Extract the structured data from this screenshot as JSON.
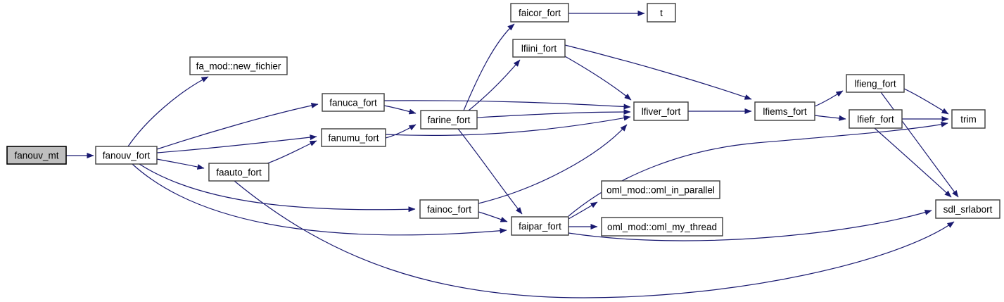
{
  "diagram": {
    "kind": "doxygen-call-graph",
    "root": "fanouv_mt",
    "colors": {
      "edge": "#191970",
      "node_fill": "#ffffff",
      "node_border": "#3c3c3c",
      "root_fill": "#bfbfbf",
      "background": "#ffffff",
      "text": "#000000"
    },
    "nodes": [
      {
        "id": "fanouv_mt",
        "label": "fanouv_mt"
      },
      {
        "id": "fanouv_fort",
        "label": "fanouv_fort"
      },
      {
        "id": "fa_mod_new_fichier",
        "label": "fa_mod::new_fichier"
      },
      {
        "id": "faauto_fort",
        "label": "faauto_fort"
      },
      {
        "id": "fanuca_fort",
        "label": "fanuca_fort"
      },
      {
        "id": "fanumu_fort",
        "label": "fanumu_fort"
      },
      {
        "id": "farine_fort",
        "label": "farine_fort"
      },
      {
        "id": "fainoc_fort",
        "label": "fainoc_fort"
      },
      {
        "id": "faipar_fort",
        "label": "faipar_fort"
      },
      {
        "id": "faicor_fort",
        "label": "faicor_fort"
      },
      {
        "id": "t",
        "label": "t"
      },
      {
        "id": "lfiini_fort",
        "label": "lfiini_fort"
      },
      {
        "id": "lfiver_fort",
        "label": "lfiver_fort"
      },
      {
        "id": "lfiems_fort",
        "label": "lfiems_fort"
      },
      {
        "id": "lfieng_fort",
        "label": "lfieng_fort"
      },
      {
        "id": "lfiefr_fort",
        "label": "lfiefr_fort"
      },
      {
        "id": "trim",
        "label": "trim"
      },
      {
        "id": "sdl_srlabort",
        "label": "sdl_srlabort"
      },
      {
        "id": "oml_mod_oml_in_parallel",
        "label": "oml_mod::oml_in_parallel"
      },
      {
        "id": "oml_mod_oml_my_thread",
        "label": "oml_mod::oml_my_thread"
      }
    ],
    "edges": [
      [
        "fanouv_mt",
        "fanouv_fort"
      ],
      [
        "fanouv_fort",
        "fa_mod::new_fichier"
      ],
      [
        "fanouv_fort",
        "fanuca_fort"
      ],
      [
        "fanouv_fort",
        "fanumu_fort"
      ],
      [
        "fanouv_fort",
        "faauto_fort"
      ],
      [
        "fanouv_fort",
        "fainoc_fort"
      ],
      [
        "fanouv_fort",
        "faipar_fort"
      ],
      [
        "faauto_fort",
        "fanumu_fort"
      ],
      [
        "faauto_fort",
        "sdl_srlabort"
      ],
      [
        "fanuca_fort",
        "farine_fort"
      ],
      [
        "fanuca_fort",
        "lfiver_fort"
      ],
      [
        "fanumu_fort",
        "farine_fort"
      ],
      [
        "fanumu_fort",
        "lfiver_fort"
      ],
      [
        "farine_fort",
        "faicor_fort"
      ],
      [
        "farine_fort",
        "lfiini_fort"
      ],
      [
        "farine_fort",
        "lfiver_fort"
      ],
      [
        "farine_fort",
        "faipar_fort"
      ],
      [
        "faicor_fort",
        "t"
      ],
      [
        "lfiini_fort",
        "lfiver_fort"
      ],
      [
        "lfiini_fort",
        "lfiems_fort"
      ],
      [
        "lfiver_fort",
        "lfiems_fort"
      ],
      [
        "lfiems_fort",
        "lfieng_fort"
      ],
      [
        "lfiems_fort",
        "lfiefr_fort"
      ],
      [
        "lfieng_fort",
        "trim"
      ],
      [
        "lfieng_fort",
        "sdl_srlabort"
      ],
      [
        "lfiefr_fort",
        "trim"
      ],
      [
        "lfiefr_fort",
        "sdl_srlabort"
      ],
      [
        "fainoc_fort",
        "faipar_fort"
      ],
      [
        "fainoc_fort",
        "lfiver_fort"
      ],
      [
        "faipar_fort",
        "oml_mod::oml_in_parallel"
      ],
      [
        "faipar_fort",
        "oml_mod::oml_my_thread"
      ],
      [
        "faipar_fort",
        "sdl_srlabort"
      ],
      [
        "faipar_fort",
        "trim"
      ]
    ]
  }
}
